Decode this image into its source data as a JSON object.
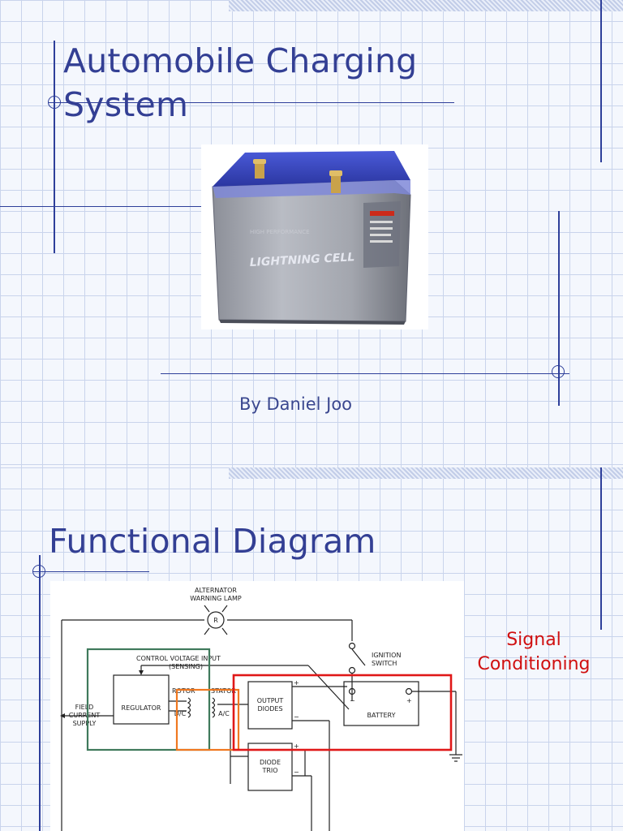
{
  "slide1": {
    "title_line1": "Automobile Charging",
    "title_line2": "System",
    "author": "By Daniel Joo",
    "battery_label": "LIGHTNING CELL"
  },
  "slide2": {
    "title": "Functional Diagram",
    "signal_line1": "Signal",
    "signal_line2": "Conditioning",
    "diagram": {
      "lamp_label1": "ALTERNATOR",
      "lamp_label2": "WARNING LAMP",
      "lamp_symbol": "R",
      "ignition1": "IGNITION",
      "ignition2": "SWITCH",
      "control1": "CONTROL VOLTAGE INPUT",
      "control2": "(SENSING)",
      "rotor": "ROTOR",
      "stator": "STATOR",
      "dc": "D/C",
      "ac": "A/C",
      "regulator": "REGULATOR",
      "field1": "FIELD",
      "field2": "CURRENT",
      "field3": "SUPPLY",
      "output1": "OUTPUT",
      "output2": "DIODES",
      "battery": "BATTERY",
      "trio1": "DIODE",
      "trio2": "TRIO",
      "plus": "+",
      "minus": "−"
    },
    "highlight_colors": {
      "green": "#3f7a5c",
      "orange": "#f07820",
      "red": "#e01818"
    }
  }
}
